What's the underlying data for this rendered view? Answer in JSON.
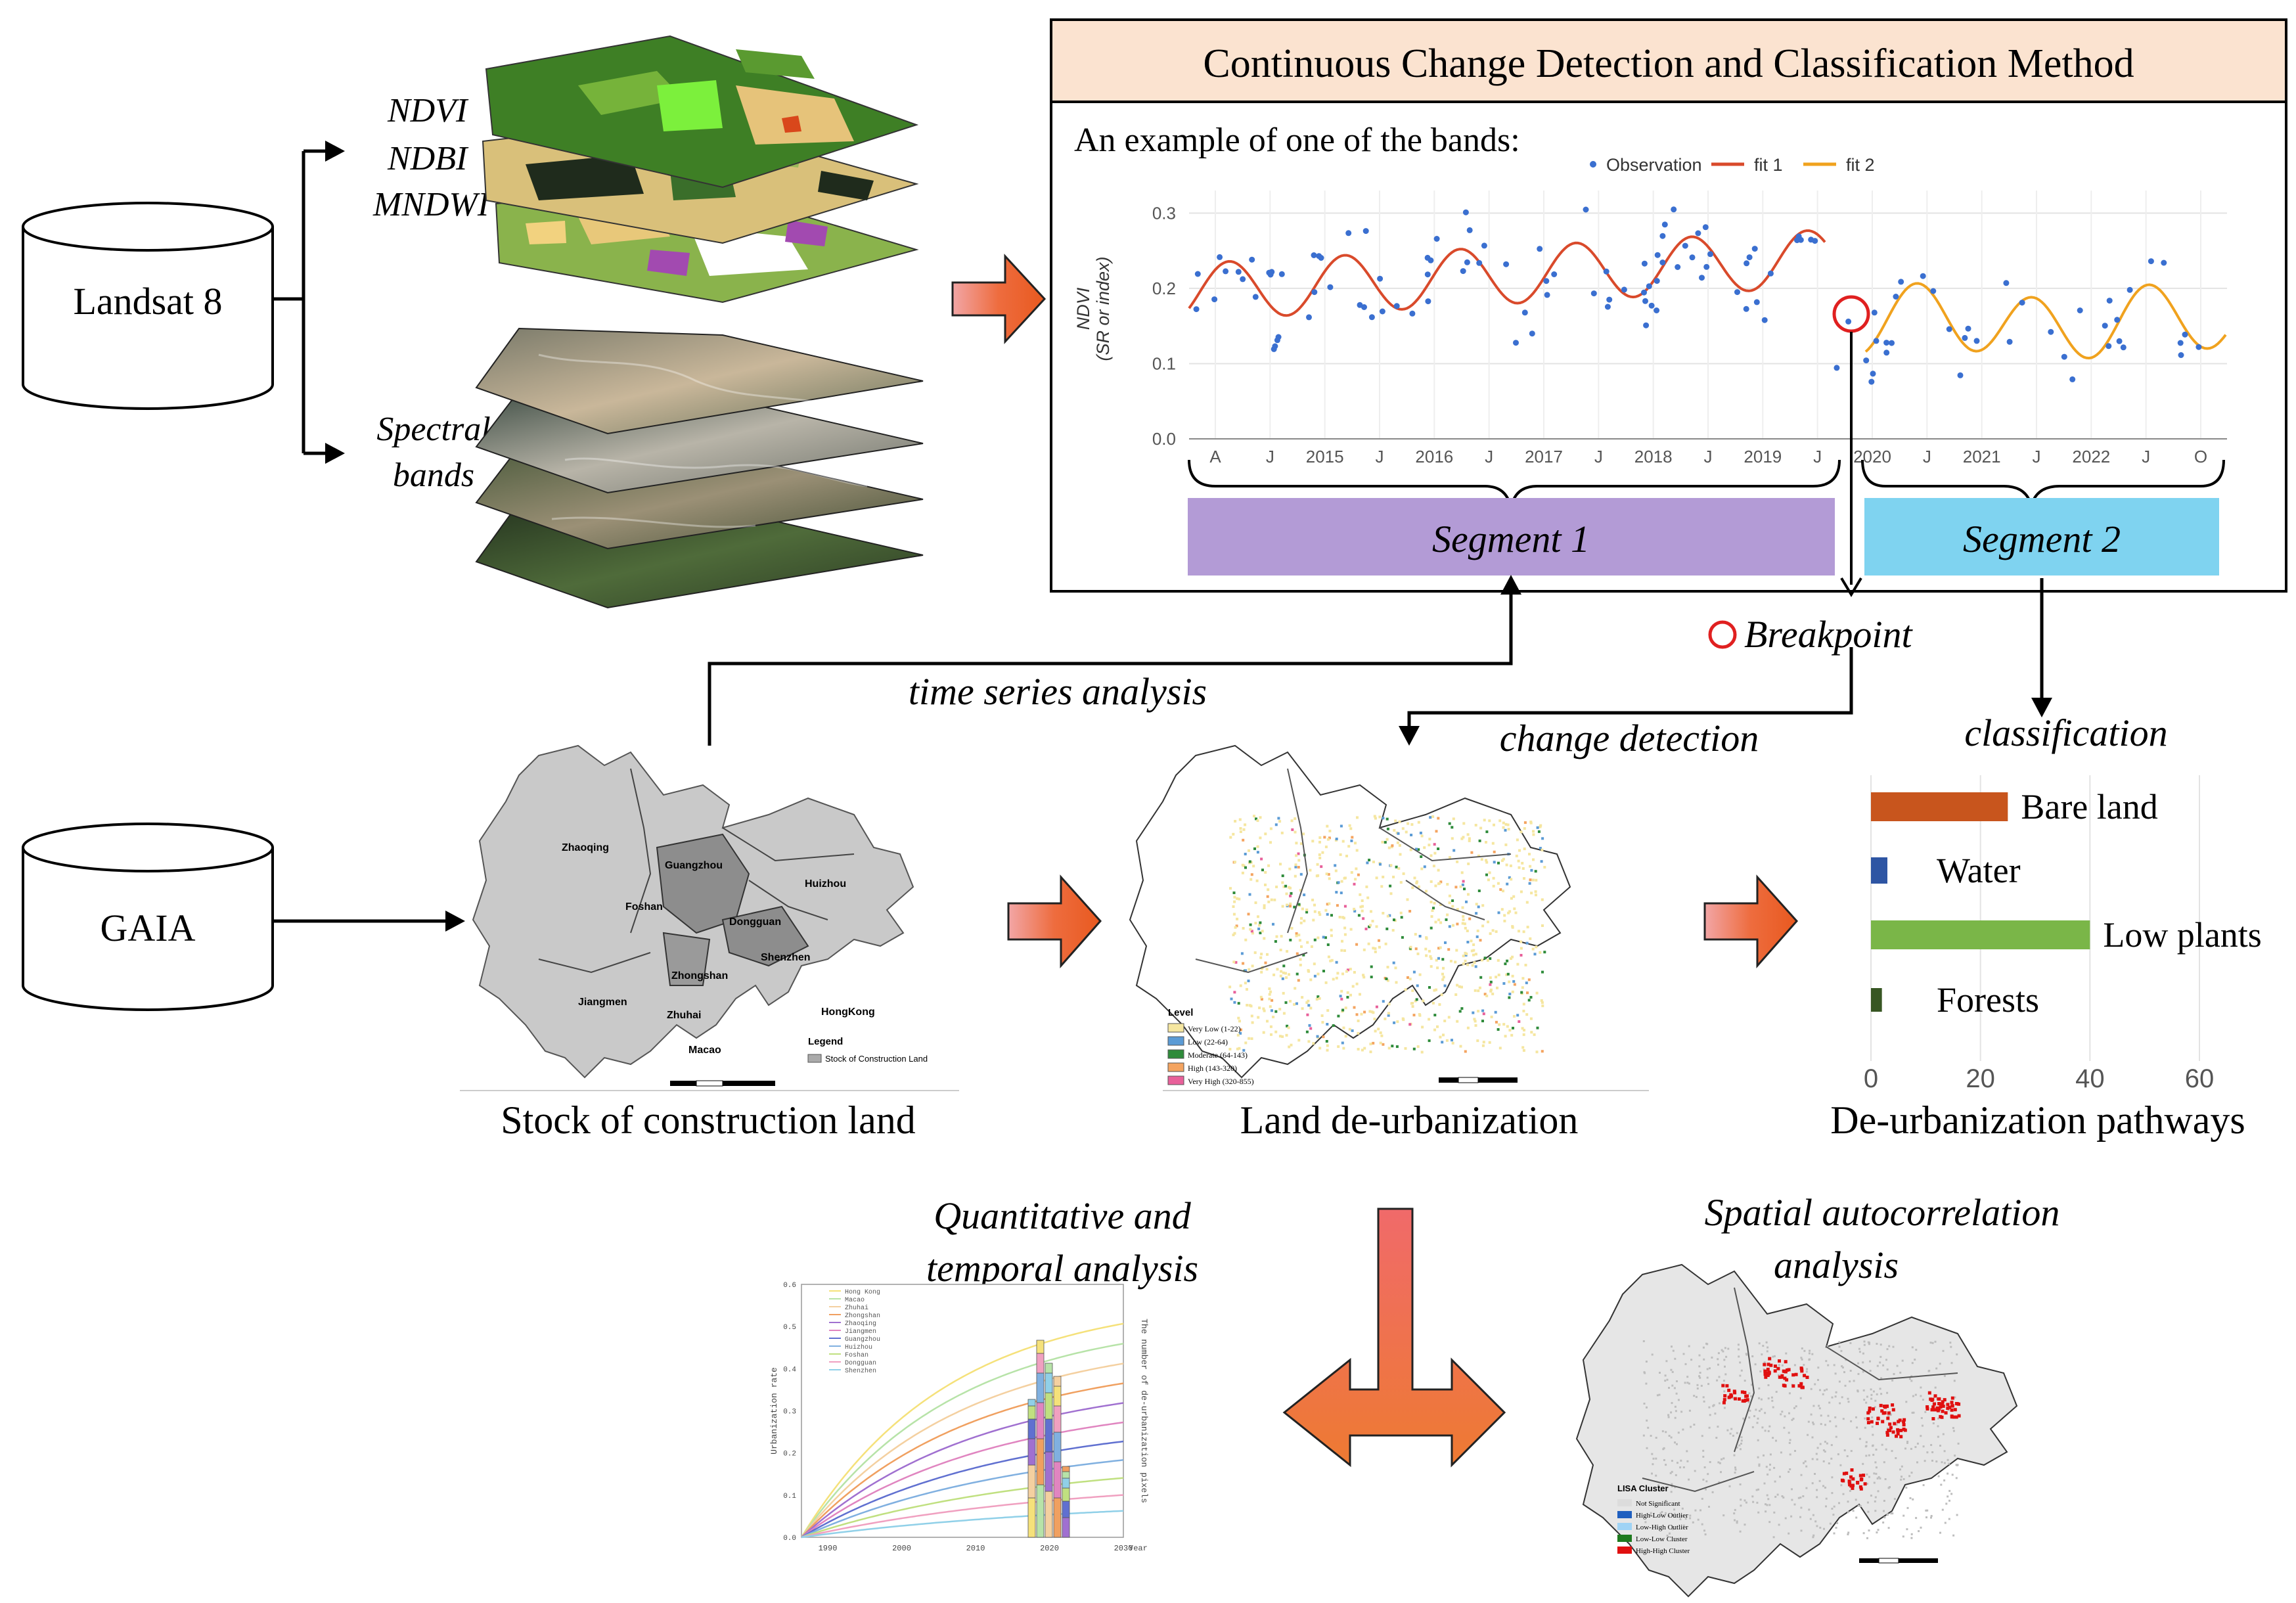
{
  "sources": {
    "landsat": "Landsat 8",
    "gaia": "GAIA"
  },
  "layers": {
    "ndvi": "NDVI",
    "ndbi": "NDBI",
    "mndwi": "MNDWI",
    "spectral_1": "Spectral",
    "spectral_2": "bands"
  },
  "ccdc": {
    "title": "Continuous Change Detection and Classification Method",
    "example": "An example of one of the bands:",
    "ylabel_1": "NDVI",
    "ylabel_2": "(SR or index)",
    "segment_1": "Segment 1",
    "segment_2": "Segment 2",
    "breakpoint": "Breakpoint",
    "breakpoint_color": "#e02020",
    "segment_1_color": "#b39bd6",
    "segment_2_color": "#7fd3f0"
  },
  "chart_data": [
    {
      "type": "line",
      "ylabel": "NDVI (SR or index)",
      "ylim": [
        0.0,
        0.33
      ],
      "yticks": [
        "0.0",
        "0.1",
        "0.2",
        "0.3"
      ],
      "xticks": [
        "A",
        "J",
        "2015",
        "J",
        "2016",
        "J",
        "2017",
        "J",
        "2018",
        "J",
        "2019",
        "J",
        "2020",
        "J",
        "2021",
        "J",
        "2022",
        "J",
        "O"
      ],
      "legend_position": "top",
      "series": [
        {
          "name": "Observation",
          "color": "#3a6fd0",
          "kind": "points"
        },
        {
          "name": "fit 1",
          "color": "#d94a2b",
          "kind": "line"
        },
        {
          "name": "fit 2",
          "color": "#f0a21e",
          "kind": "line"
        }
      ],
      "grid": true
    },
    {
      "type": "bar",
      "categories": [
        "Bare land",
        "Water",
        "Low plants",
        "Forests"
      ],
      "values": [
        25,
        3,
        40,
        2
      ],
      "colors": [
        "#c8551d",
        "#2e55a3",
        "#7ab648",
        "#375623"
      ],
      "xlim": [
        0,
        60
      ],
      "xticks": [
        "0",
        "20",
        "40",
        "60"
      ],
      "grid": true
    }
  ],
  "flow_labels": {
    "time_series": "time series analysis",
    "change_detection": "change detection",
    "classification": "classification"
  },
  "maps": {
    "stock": {
      "caption": "Stock of construction land",
      "cities": [
        "Zhaoqing",
        "Guangzhou",
        "Huizhou",
        "Foshan",
        "Dongguan",
        "Zhongshan",
        "Shenzhen",
        "Jiangmen",
        "Zhuhai",
        "HongKong",
        "Macao"
      ],
      "legend_title": "Legend",
      "legend_item": "Stock of Construction Land"
    },
    "deurban": {
      "caption": "Land de-urbanization",
      "legend_title": "Level",
      "levels": [
        {
          "label": "Very Low (1-22)",
          "color": "#f5e6a0"
        },
        {
          "label": "Low (22-64)",
          "color": "#5b9bd5"
        },
        {
          "label": "Moderate (64-143)",
          "color": "#2e8b3a"
        },
        {
          "label": "High (143-320)",
          "color": "#f4a460"
        },
        {
          "label": "Very High (320-855)",
          "color": "#e8609a"
        }
      ]
    },
    "pathways": {
      "caption": "De-urbanization pathways"
    },
    "lisa": {
      "title_1": "Spatial autocorrelation",
      "title_2": "analysis",
      "legend_title": "LISA Cluster",
      "items": [
        {
          "label": "Not Significant",
          "color": "#dcdcdc"
        },
        {
          "label": "High-Low Outlier",
          "color": "#1f5fbf"
        },
        {
          "label": "Low-High Outlier",
          "color": "#9fd3f5"
        },
        {
          "label": "Low-Low Cluster",
          "color": "#1e7a1e"
        },
        {
          "label": "High-High Cluster",
          "color": "#e01010"
        }
      ]
    }
  },
  "temporal": {
    "title_1": "Quantitative and",
    "title_2": "temporal analysis",
    "ylabel": "Urbanization rate",
    "y2label": "The number of de-urbanization pixels",
    "xticks": [
      "1990",
      "2000",
      "2010",
      "2020",
      "2030"
    ],
    "yticks": [
      "0.0",
      "0.1",
      "0.2",
      "0.3",
      "0.4",
      "0.5",
      "0.6"
    ],
    "xunit": "Year",
    "cities": [
      "Hong Kong",
      "Macao",
      "Zhuhai",
      "Zhongshan",
      "Zhaoqing",
      "Jiangmen",
      "Guangzhou",
      "Huizhou",
      "Foshan",
      "Dongguan",
      "Shenzhen"
    ]
  },
  "colors": {
    "header_bg": "#fbe3d0",
    "arrow_fill": "#ee6c3e"
  }
}
